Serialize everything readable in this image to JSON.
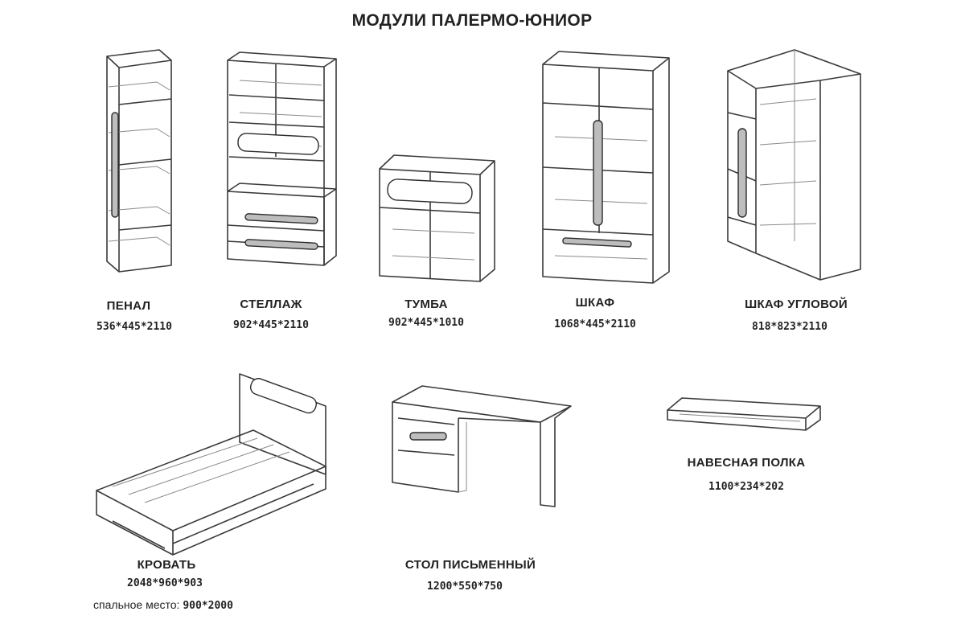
{
  "title": "МОДУЛИ ПАЛЕРМО-ЮНИОР",
  "modules": [
    {
      "id": "penal",
      "name": "ПЕНАЛ",
      "dims": "536*445*2110"
    },
    {
      "id": "stellazh",
      "name": "СТЕЛЛАЖ",
      "dims": "902*445*2110"
    },
    {
      "id": "tumba",
      "name": "ТУМБА",
      "dims": "902*445*1010"
    },
    {
      "id": "shkaf",
      "name": "ШКАФ",
      "dims": "1068*445*2110"
    },
    {
      "id": "shkaf-uglovoy",
      "name": "ШКАФ УГЛОВОЙ",
      "dims": "818*823*2110"
    },
    {
      "id": "krovat",
      "name": "КРОВАТЬ",
      "dims": "2048*960*903",
      "note_label": "спальное место:",
      "note_value": "900*2000"
    },
    {
      "id": "stol",
      "name": "СТОЛ ПИСЬМЕННЫЙ",
      "dims": "1200*550*750"
    },
    {
      "id": "polka",
      "name": "НАВЕСНАЯ ПОЛКА",
      "dims": "1100*234*202"
    }
  ],
  "colors": {
    "line": "#3a3a3a",
    "light": "#8a8a8a",
    "text": "#222222"
  }
}
